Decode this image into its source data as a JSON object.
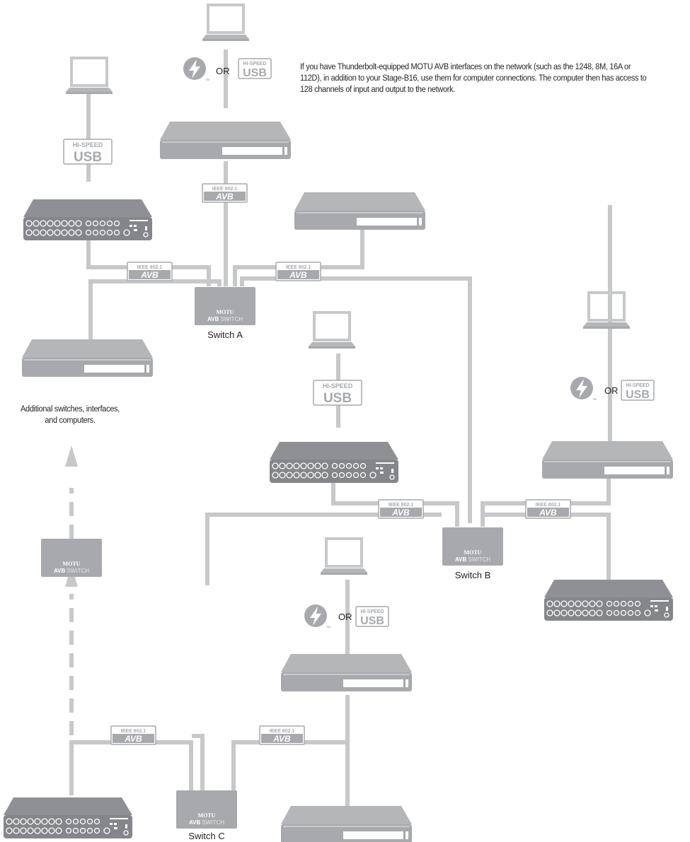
{
  "intro_note": "If you have Thunderbolt-equipped MOTU AVB interfaces on the network (such as the 1248, 8M, 16A or 112D), in addition to your Stage-B16, use them for computer connections. The computer then has access to 128 channels of input and output to the network.",
  "additional_note": "Additional switches, interfaces, and computers.",
  "connector_or": "OR",
  "badges": {
    "usb_top": "HI-SPEED",
    "usb_main": "USB",
    "avb_top": "IEEE 802.1",
    "avb_main": "AVB"
  },
  "switch": {
    "brand": "MOTU",
    "model_bold": "AVB",
    "model_light": " SWITCH",
    "labels": {
      "a": "Switch A",
      "b": "Switch B",
      "c": "Switch C"
    }
  },
  "icons": [
    "laptop-icon",
    "thunderbolt-icon",
    "rack-interface-icon",
    "stage-box-icon",
    "avb-switch-icon",
    "arrow-up-icon"
  ],
  "colors": {
    "cable": "#c7c8ca",
    "device_top": "#b5b6b8",
    "device_front": "#9fa0a3",
    "stage_top": "#8c8d90",
    "badge": "#a7a9ac",
    "text": "#231f20"
  }
}
